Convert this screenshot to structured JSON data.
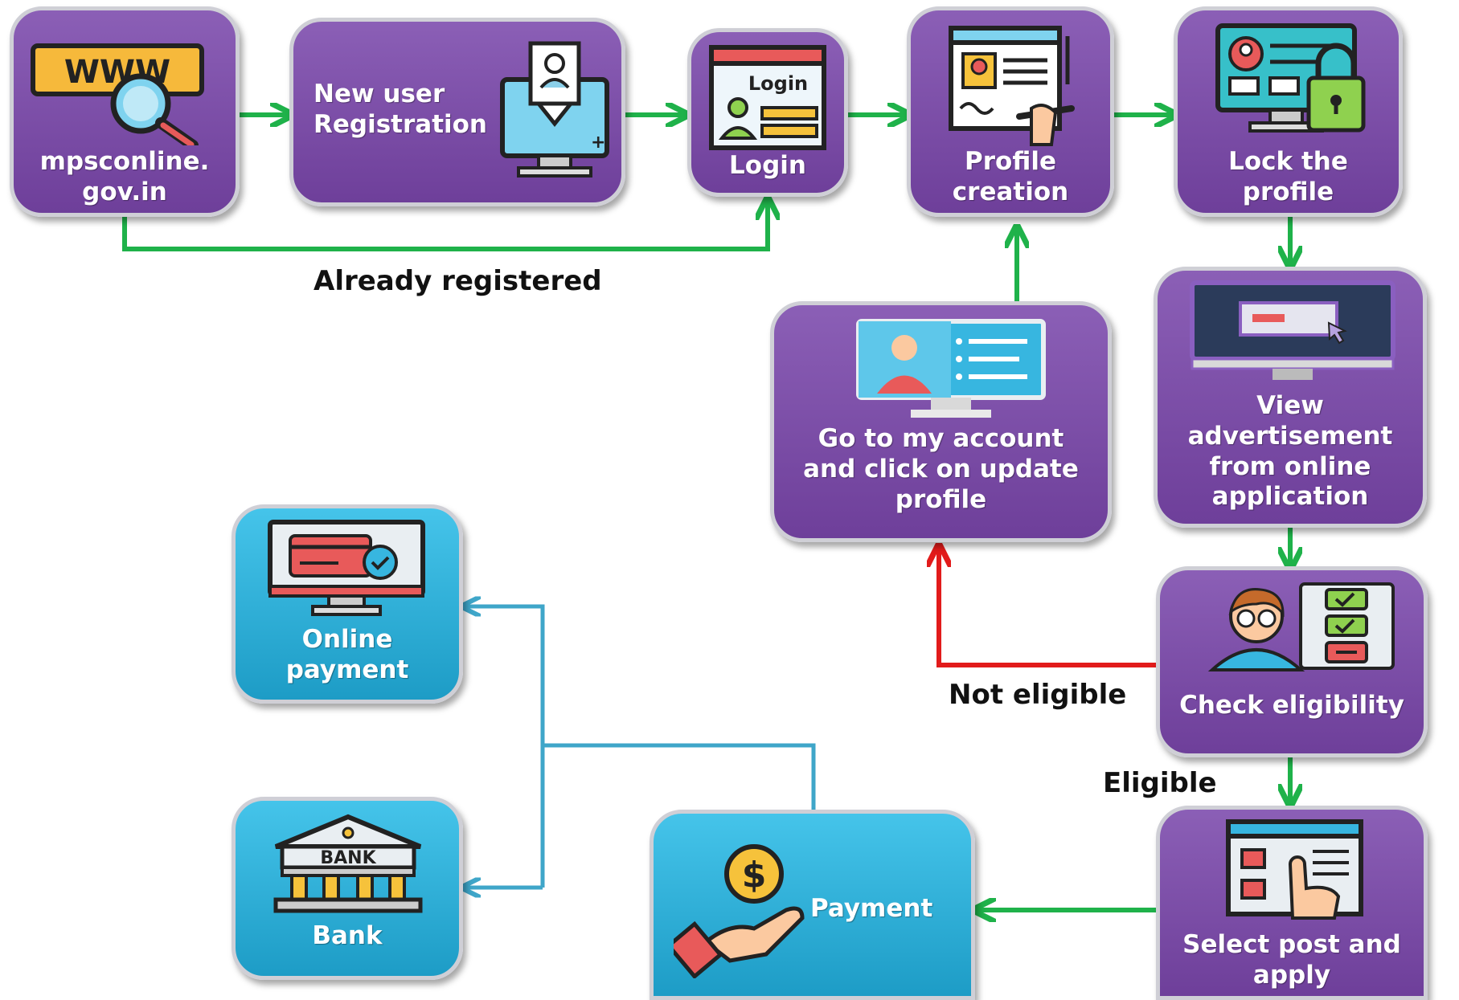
{
  "nodes": {
    "site": "mpsconline.\ngov.in",
    "registration": "New user\nRegistration",
    "login": "Login",
    "login_screen_text": "Login",
    "profile_creation": "Profile\ncreation",
    "lock_profile": "Lock the\nprofile",
    "update_profile": "Go to my account\nand click on update\nprofile",
    "view_advertisement": "View\nadvertisement\nfrom online\napplication",
    "check_eligibility": "Check eligibility",
    "select_post": "Select post and\napply",
    "payment": "Payment",
    "online_payment": "Online\npayment",
    "bank": "Bank",
    "bank_sign": "BANK",
    "www_text": "WWW"
  },
  "edge_labels": {
    "already_registered": "Already registered",
    "not_eligible": "Not eligible",
    "eligible": "Eligible"
  },
  "colors": {
    "purple_box": "#7b4aa8",
    "blue_box": "#2bb1dd",
    "green_arrow": "#1fb24a",
    "red_arrow": "#e21b1b",
    "blue_arrow": "#3fa6c9"
  },
  "icons": [
    "www-search-icon",
    "registration-monitor-icon",
    "login-screen-icon",
    "profile-form-icon",
    "lock-monitor-icon",
    "user-monitor-icon",
    "advertisement-monitor-icon",
    "eligibility-checklist-icon",
    "select-post-icon",
    "payment-hand-icon",
    "online-payment-monitor-icon",
    "bank-icon"
  ]
}
